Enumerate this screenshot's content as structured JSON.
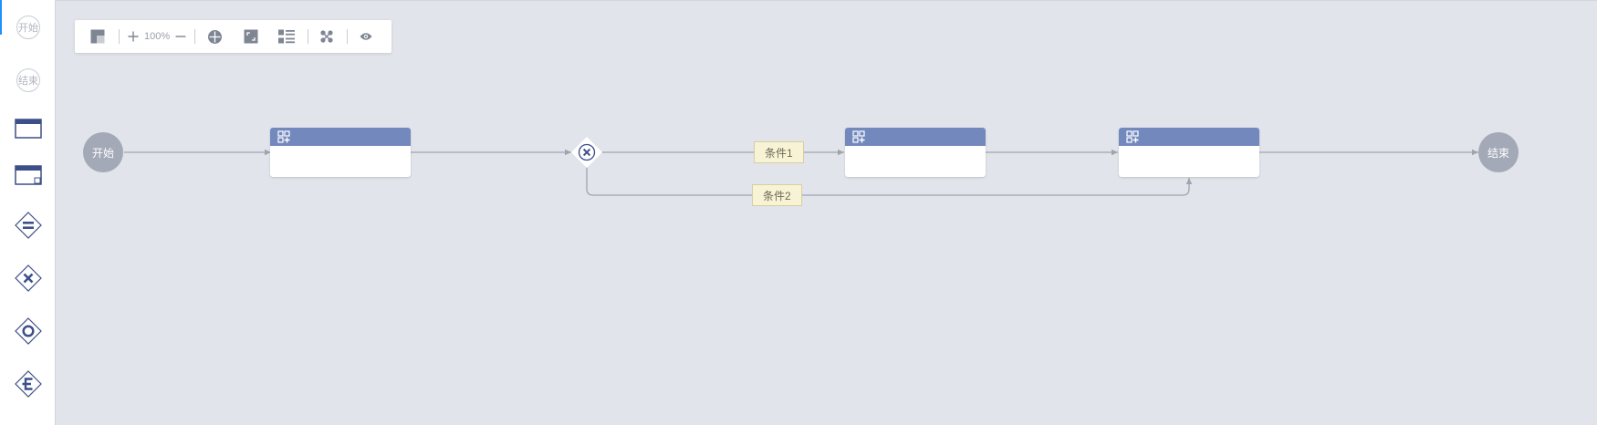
{
  "palette": {
    "start_label": "开始",
    "end_label": "结束",
    "items": [
      {
        "icon": "start-event-icon"
      },
      {
        "icon": "end-event-icon"
      },
      {
        "icon": "user-task-icon"
      },
      {
        "icon": "sub-process-icon"
      },
      {
        "icon": "parallel-gateway-icon"
      },
      {
        "icon": "exclusive-gateway-icon"
      },
      {
        "icon": "inclusive-gateway-icon"
      },
      {
        "icon": "complex-gateway-icon"
      }
    ]
  },
  "toolbar": {
    "zoom_level": "100%",
    "buttons": [
      "minimap-icon",
      "zoom-in-icon",
      "zoom-out-icon",
      "fit-center-icon",
      "actual-size-icon",
      "auto-layout-icon",
      "gateway-layout-icon",
      "preview-icon"
    ]
  },
  "diagram": {
    "start_label": "开始",
    "end_label": "结束",
    "condition1_label": "条件1",
    "condition2_label": "条件2"
  },
  "colors": {
    "canvas_bg": "#e1e4ea",
    "task_header": "#7389be",
    "event_node": "#a3a9b6",
    "condition_bg": "#f8f3d4",
    "edge": "#a0a4ad",
    "icon": "#7389be"
  }
}
